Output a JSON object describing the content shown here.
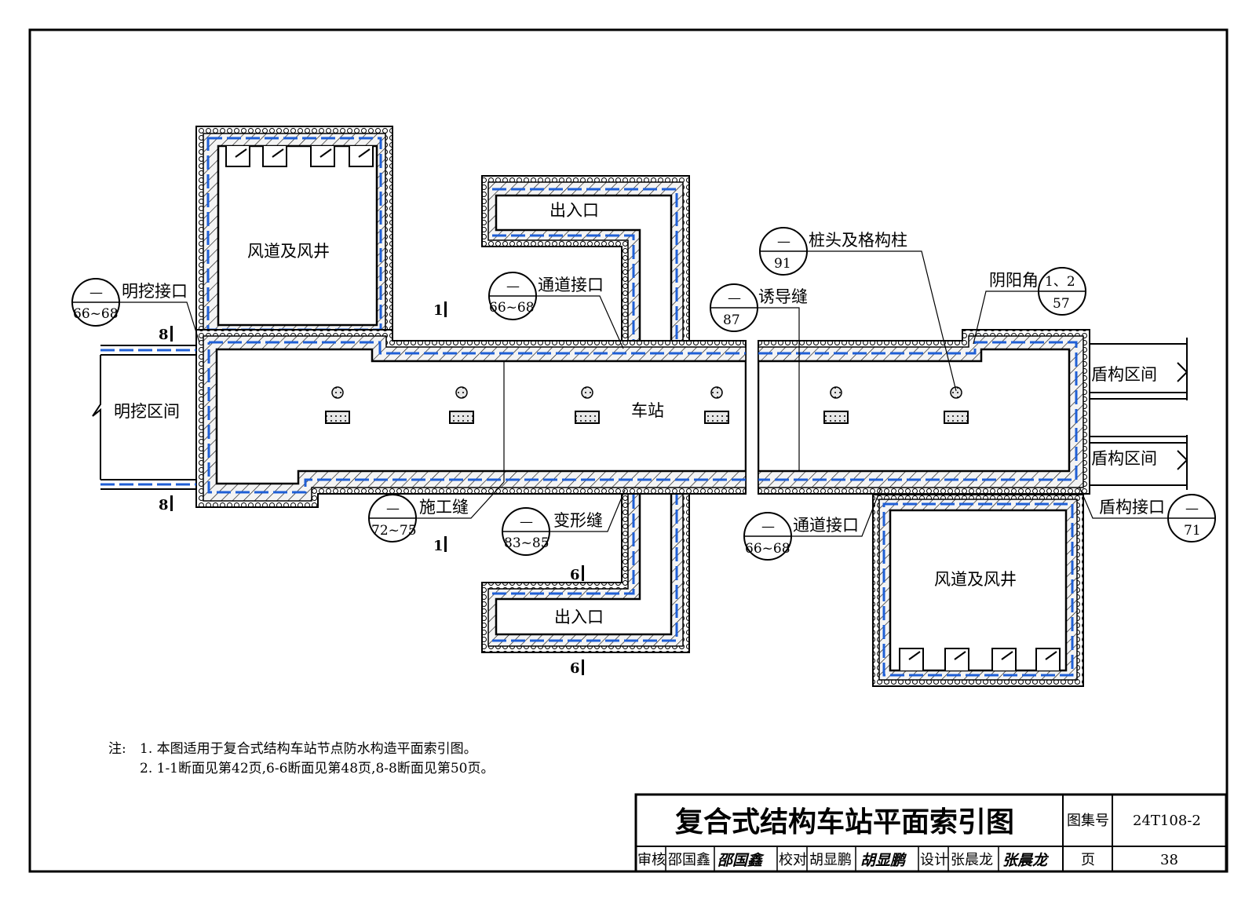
{
  "labels": {
    "fengdao_1": "风道及风井",
    "fengdao_2": "风道及风井",
    "churukou_top": "出入口",
    "churukou_bottom": "出入口",
    "chezhan": "车站",
    "mingwa_qujian": "明挖区间",
    "dungou_qujian_1": "盾构区间",
    "dungou_qujian_2": "盾构区间"
  },
  "callouts": [
    {
      "id": "mingwa-jiekou",
      "text": "明挖接口",
      "top": "—",
      "bottom": "66~68"
    },
    {
      "id": "tongdao-jiekou-1",
      "text": "通道接口",
      "top": "—",
      "bottom": "66~68"
    },
    {
      "id": "youdaofeng",
      "text": "诱导缝",
      "top": "—",
      "bottom": "87"
    },
    {
      "id": "zhuangtou",
      "text": "桩头及格构柱",
      "top": "—",
      "bottom": "91"
    },
    {
      "id": "yinyangjiao",
      "text": "阴阳角",
      "top": "1、2",
      "bottom": "57"
    },
    {
      "id": "shigongfeng",
      "text": "施工缝",
      "top": "—",
      "bottom": "72~75"
    },
    {
      "id": "bianxingfeng",
      "text": "变形缝",
      "top": "—",
      "bottom": "83~85"
    },
    {
      "id": "tongdao-jiekou-2",
      "text": "通道接口",
      "top": "—",
      "bottom": "66~68"
    },
    {
      "id": "dungou-jiekou",
      "text": "盾构接口",
      "top": "—",
      "bottom": "71"
    }
  ],
  "section_marks": {
    "s1_top": "1",
    "s1_bottom": "1",
    "s6_top": "6",
    "s6_bottom": "6",
    "s8_top": "8",
    "s8_bottom": "8"
  },
  "notes": {
    "prefix": "注:",
    "line1": "1. 本图适用于复合式结构车站节点防水构造平面索引图。",
    "line2": "2. 1-1断面见第42页,6-6断面见第48页,8-8断面见第50页。"
  },
  "title_block": {
    "title": "复合式结构车站平面索引图",
    "atlas_label": "图集号",
    "atlas_no": "24T108-2",
    "page_label": "页",
    "page_no": "38",
    "review_label": "审核",
    "review_name": "邵国鑫",
    "review_sig": "邵国鑫",
    "check_label": "校对",
    "check_name": "胡显鹏",
    "check_sig": "胡显鹏",
    "design_label": "设计",
    "design_name": "张晨龙",
    "design_sig": "张晨龙"
  },
  "colors": {
    "line": "#000000",
    "membrane": "#1f5fd6",
    "concrete": "#f4f4f4"
  }
}
